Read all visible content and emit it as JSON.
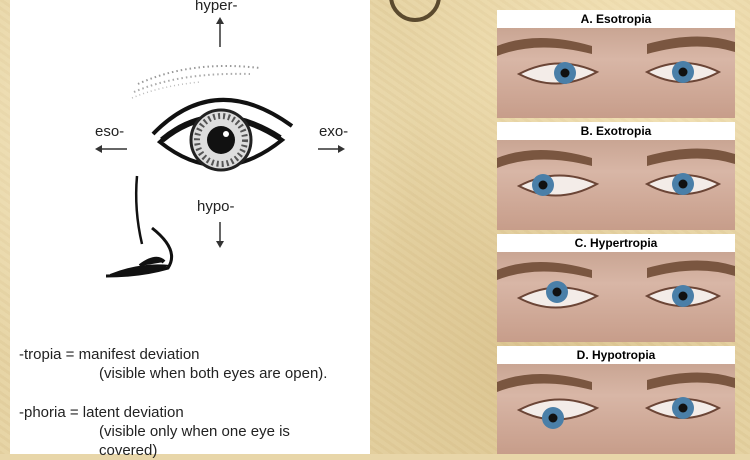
{
  "diagram": {
    "labels": {
      "up": "hyper-",
      "left": "eso-",
      "right": "exo-",
      "down": "hypo-"
    },
    "definitions": {
      "tropia_line1": "-tropia  = manifest deviation",
      "tropia_line2": "(visible when both eyes are open).",
      "phoria_line1": "-phoria = latent deviation",
      "phoria_line2": "(visible only when one eye is",
      "phoria_line3": "covered)"
    }
  },
  "photos": [
    {
      "title": "A.  Esotropia"
    },
    {
      "title": "B.  Exotropia"
    },
    {
      "title": "C.  Hypertropia"
    },
    {
      "title": "D.  Hypotropia"
    }
  ],
  "colors": {
    "background": "#e6d3a3",
    "panel": "#ffffff",
    "iris": "#4a7fa8",
    "skin": "#d8b6a6"
  }
}
